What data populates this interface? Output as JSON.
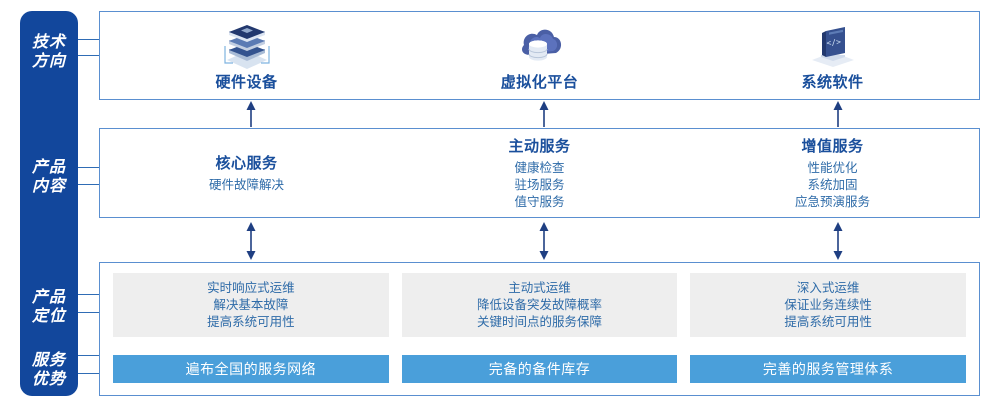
{
  "rail": {
    "labels": [
      {
        "name": "tech-direction",
        "text": "技术\n方向"
      },
      {
        "name": "product-content",
        "text": "产品\n内容"
      },
      {
        "name": "product-positioning",
        "text": "产品\n定位"
      },
      {
        "name": "service-advantage",
        "text": "服务\n优势"
      }
    ]
  },
  "tech": {
    "items": [
      {
        "icon": "server-stack-icon",
        "label": "硬件设备"
      },
      {
        "icon": "cloud-database-icon",
        "label": "虚拟化平台"
      },
      {
        "icon": "laptop-code-icon",
        "label": "系统软件"
      }
    ]
  },
  "content": {
    "columns": [
      {
        "title": "核心服务",
        "items": [
          "硬件故障解决"
        ]
      },
      {
        "title": "主动服务",
        "items": [
          "健康检查",
          "驻场服务",
          "值守服务"
        ]
      },
      {
        "title": "增值服务",
        "items": [
          "性能优化",
          "系统加固",
          "应急预演服务"
        ]
      }
    ]
  },
  "positioning": {
    "boxes": [
      {
        "lines": [
          "实时响应式运维",
          "解决基本故障",
          "提高系统可用性"
        ]
      },
      {
        "lines": [
          "主动式运维",
          "降低设备突发故障概率",
          "关键时间点的服务保障"
        ]
      },
      {
        "lines": [
          "深入式运维",
          "保证业务连续性",
          "提高系统可用性"
        ]
      }
    ]
  },
  "advantages": {
    "bars": [
      "遍布全国的服务网络",
      "完备的备件库存",
      "完善的服务管理体系"
    ]
  },
  "colors": {
    "rail_blue": "#12479c",
    "panel_border": "#5a8fd0",
    "title_blue": "#1a4f9c",
    "body_blue": "#2e6ba8",
    "bar_blue": "#4a9fda",
    "grey_box": "#eeeeee",
    "arrow_navy": "#1f3f82"
  }
}
